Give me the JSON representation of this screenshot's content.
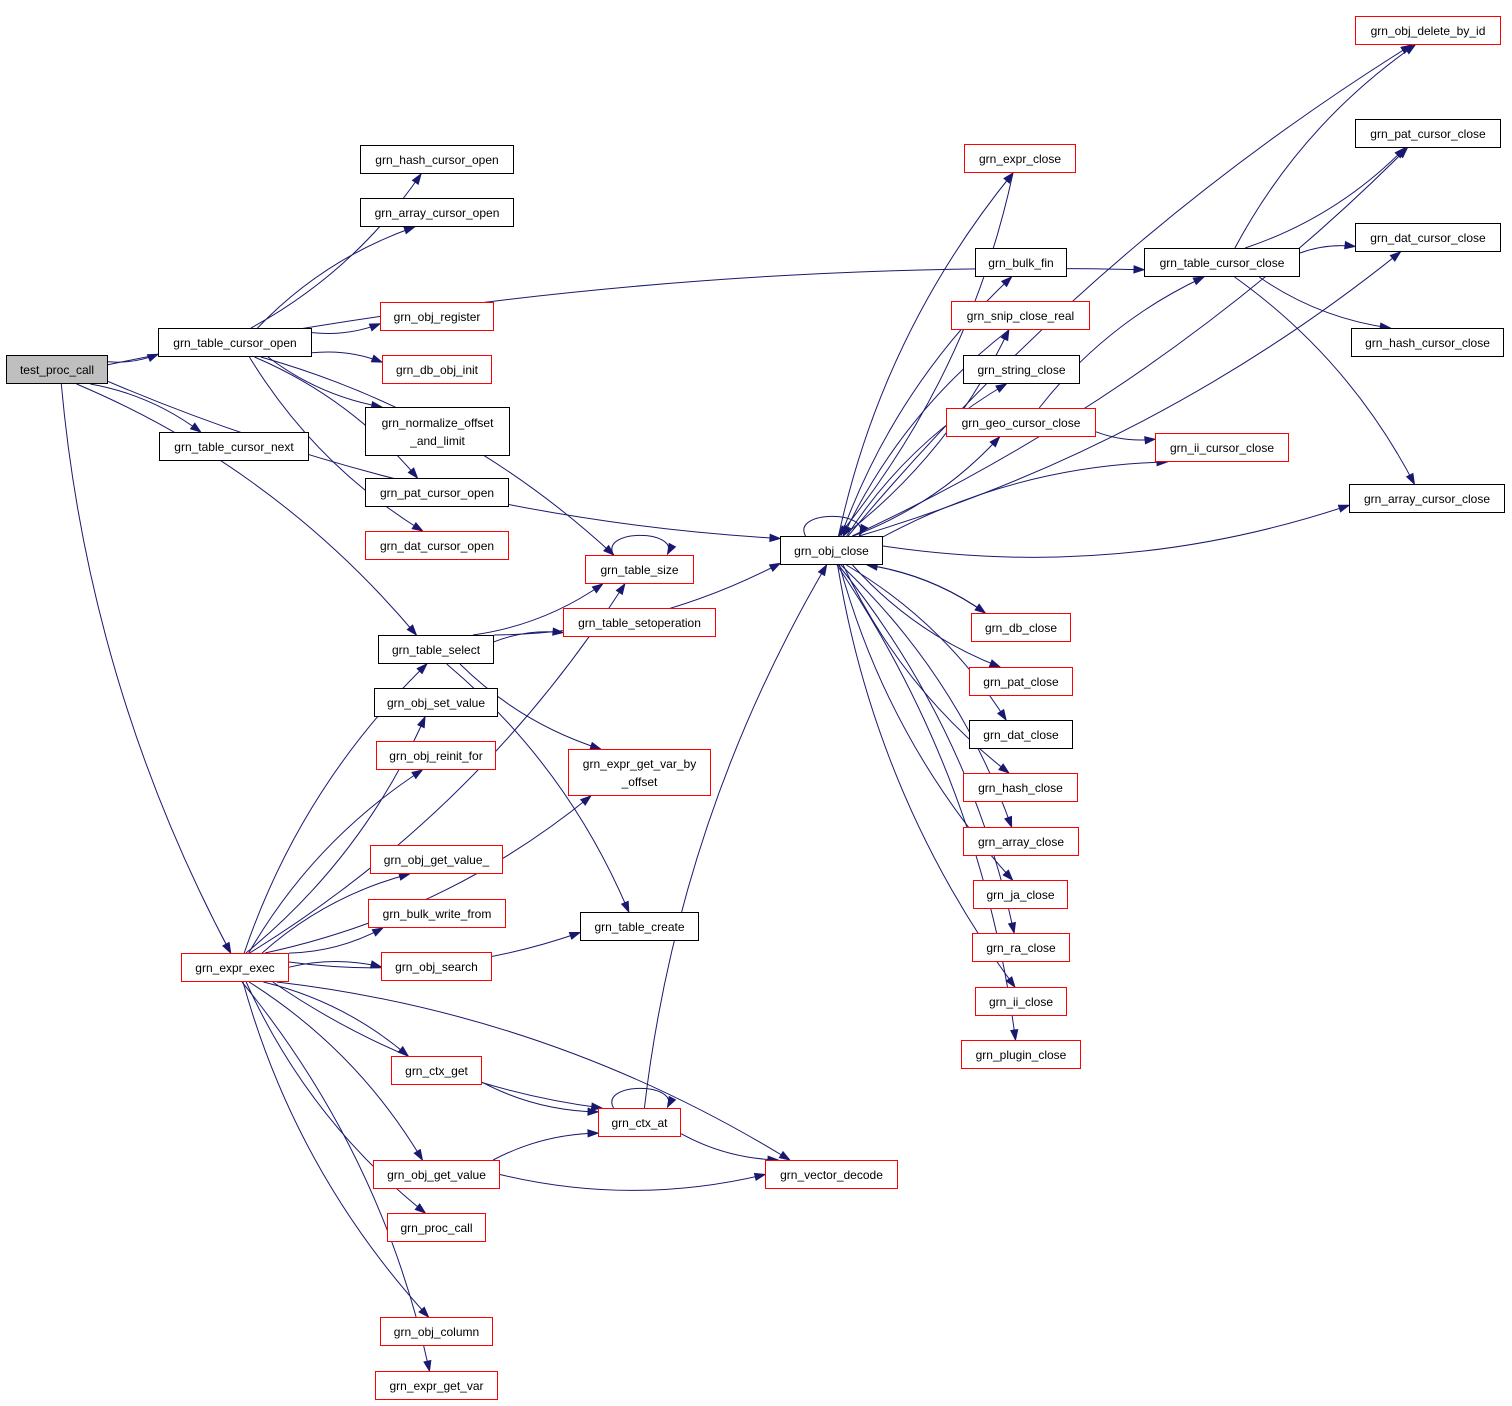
{
  "graph": {
    "nodes": {
      "test_proc_call": {
        "label": "test_proc_call",
        "kind": "root"
      },
      "grn_table_cursor_open": {
        "label": "grn_table_cursor_open",
        "kind": "normal"
      },
      "grn_table_cursor_next": {
        "label": "grn_table_cursor_next",
        "kind": "normal"
      },
      "grn_expr_exec": {
        "label": "grn_expr_exec",
        "kind": "red"
      },
      "grn_hash_cursor_open": {
        "label": "grn_hash_cursor_open",
        "kind": "normal"
      },
      "grn_array_cursor_open": {
        "label": "grn_array_cursor_open",
        "kind": "normal"
      },
      "grn_obj_register": {
        "label": "grn_obj_register",
        "kind": "red"
      },
      "grn_db_obj_init": {
        "label": "grn_db_obj_init",
        "kind": "red"
      },
      "grn_normalize_offset_and_limit": {
        "label": "grn_normalize_offset\n_and_limit",
        "kind": "normal"
      },
      "grn_pat_cursor_open": {
        "label": "grn_pat_cursor_open",
        "kind": "normal"
      },
      "grn_dat_cursor_open": {
        "label": "grn_dat_cursor_open",
        "kind": "red"
      },
      "grn_table_select": {
        "label": "grn_table_select",
        "kind": "normal"
      },
      "grn_obj_set_value": {
        "label": "grn_obj_set_value",
        "kind": "normal"
      },
      "grn_obj_reinit_for": {
        "label": "grn_obj_reinit_for",
        "kind": "red"
      },
      "grn_obj_get_value_": {
        "label": "grn_obj_get_value_",
        "kind": "red"
      },
      "grn_bulk_write_from": {
        "label": "grn_bulk_write_from",
        "kind": "red"
      },
      "grn_obj_search": {
        "label": "grn_obj_search",
        "kind": "red"
      },
      "grn_ctx_get": {
        "label": "grn_ctx_get",
        "kind": "red"
      },
      "grn_obj_get_value": {
        "label": "grn_obj_get_value",
        "kind": "red"
      },
      "grn_proc_call": {
        "label": "grn_proc_call",
        "kind": "red"
      },
      "grn_obj_column": {
        "label": "grn_obj_column",
        "kind": "red"
      },
      "grn_expr_get_var": {
        "label": "grn_expr_get_var",
        "kind": "red"
      },
      "grn_table_size": {
        "label": "grn_table_size",
        "kind": "red"
      },
      "grn_table_setoperation": {
        "label": "grn_table_setoperation",
        "kind": "red"
      },
      "grn_expr_get_var_by_offset": {
        "label": "grn_expr_get_var_by\n_offset",
        "kind": "red"
      },
      "grn_table_create": {
        "label": "grn_table_create",
        "kind": "normal"
      },
      "grn_ctx_at": {
        "label": "grn_ctx_at",
        "kind": "red"
      },
      "grn_vector_decode": {
        "label": "grn_vector_decode",
        "kind": "red"
      },
      "grn_obj_close": {
        "label": "grn_obj_close",
        "kind": "normal"
      },
      "grn_expr_close": {
        "label": "grn_expr_close",
        "kind": "red"
      },
      "grn_bulk_fin": {
        "label": "grn_bulk_fin",
        "kind": "normal"
      },
      "grn_snip_close_real": {
        "label": "grn_snip_close_real",
        "kind": "red"
      },
      "grn_string_close": {
        "label": "grn_string_close",
        "kind": "normal"
      },
      "grn_geo_cursor_close": {
        "label": "grn_geo_cursor_close",
        "kind": "red"
      },
      "grn_db_close": {
        "label": "grn_db_close",
        "kind": "red"
      },
      "grn_pat_close": {
        "label": "grn_pat_close",
        "kind": "red"
      },
      "grn_dat_close": {
        "label": "grn_dat_close",
        "kind": "normal"
      },
      "grn_hash_close": {
        "label": "grn_hash_close",
        "kind": "red"
      },
      "grn_array_close": {
        "label": "grn_array_close",
        "kind": "red"
      },
      "grn_ja_close": {
        "label": "grn_ja_close",
        "kind": "red"
      },
      "grn_ra_close": {
        "label": "grn_ra_close",
        "kind": "red"
      },
      "grn_ii_close": {
        "label": "grn_ii_close",
        "kind": "red"
      },
      "grn_plugin_close": {
        "label": "grn_plugin_close",
        "kind": "red"
      },
      "grn_table_cursor_close": {
        "label": "grn_table_cursor_close",
        "kind": "normal"
      },
      "grn_ii_cursor_close": {
        "label": "grn_ii_cursor_close",
        "kind": "red"
      },
      "grn_obj_delete_by_id": {
        "label": "grn_obj_delete_by_id",
        "kind": "red"
      },
      "grn_pat_cursor_close": {
        "label": "grn_pat_cursor_close",
        "kind": "normal"
      },
      "grn_dat_cursor_close": {
        "label": "grn_dat_cursor_close",
        "kind": "normal"
      },
      "grn_hash_cursor_close": {
        "label": "grn_hash_cursor_close",
        "kind": "normal"
      },
      "grn_array_cursor_close": {
        "label": "grn_array_cursor_close",
        "kind": "normal"
      }
    },
    "edges": [
      [
        "test_proc_call",
        "grn_table_cursor_open"
      ],
      [
        "test_proc_call",
        "grn_table_cursor_next"
      ],
      [
        "test_proc_call",
        "grn_expr_exec"
      ],
      [
        "test_proc_call",
        "grn_table_select"
      ],
      [
        "test_proc_call",
        "grn_obj_close"
      ],
      [
        "test_proc_call",
        "grn_table_cursor_close"
      ],
      [
        "grn_table_cursor_open",
        "grn_hash_cursor_open"
      ],
      [
        "grn_table_cursor_open",
        "grn_array_cursor_open"
      ],
      [
        "grn_table_cursor_open",
        "grn_obj_register"
      ],
      [
        "grn_table_cursor_open",
        "grn_db_obj_init"
      ],
      [
        "grn_table_cursor_open",
        "grn_normalize_offset_and_limit"
      ],
      [
        "grn_table_cursor_open",
        "grn_pat_cursor_open"
      ],
      [
        "grn_table_cursor_open",
        "grn_dat_cursor_open"
      ],
      [
        "grn_table_cursor_open",
        "grn_table_size"
      ],
      [
        "grn_table_select",
        "grn_table_size"
      ],
      [
        "grn_table_select",
        "grn_table_setoperation"
      ],
      [
        "grn_table_select",
        "grn_expr_get_var_by_offset"
      ],
      [
        "grn_table_select",
        "grn_table_create"
      ],
      [
        "grn_table_select",
        "grn_obj_close"
      ],
      [
        "grn_table_size",
        "grn_table_size"
      ],
      [
        "grn_expr_exec",
        "grn_table_size"
      ],
      [
        "grn_expr_exec",
        "grn_table_select"
      ],
      [
        "grn_expr_exec",
        "grn_obj_set_value"
      ],
      [
        "grn_expr_exec",
        "grn_obj_reinit_for"
      ],
      [
        "grn_expr_exec",
        "grn_expr_get_var_by_offset"
      ],
      [
        "grn_expr_exec",
        "grn_obj_get_value_"
      ],
      [
        "grn_expr_exec",
        "grn_bulk_write_from"
      ],
      [
        "grn_expr_exec",
        "grn_obj_search"
      ],
      [
        "grn_expr_exec",
        "grn_table_create"
      ],
      [
        "grn_expr_exec",
        "grn_ctx_get"
      ],
      [
        "grn_expr_exec",
        "grn_ctx_at"
      ],
      [
        "grn_expr_exec",
        "grn_obj_get_value"
      ],
      [
        "grn_expr_exec",
        "grn_proc_call"
      ],
      [
        "grn_expr_exec",
        "grn_vector_decode"
      ],
      [
        "grn_expr_exec",
        "grn_obj_column"
      ],
      [
        "grn_expr_exec",
        "grn_expr_get_var"
      ],
      [
        "grn_ctx_get",
        "grn_ctx_at"
      ],
      [
        "grn_obj_get_value",
        "grn_ctx_at"
      ],
      [
        "grn_obj_get_value",
        "grn_vector_decode"
      ],
      [
        "grn_ctx_at",
        "grn_ctx_at"
      ],
      [
        "grn_ctx_at",
        "grn_vector_decode"
      ],
      [
        "grn_ctx_at",
        "grn_obj_close"
      ],
      [
        "grn_obj_close",
        "grn_obj_close"
      ],
      [
        "grn_obj_close",
        "grn_obj_delete_by_id"
      ],
      [
        "grn_obj_close",
        "grn_pat_cursor_close"
      ],
      [
        "grn_obj_close",
        "grn_expr_close"
      ],
      [
        "grn_obj_close",
        "grn_dat_cursor_close"
      ],
      [
        "grn_obj_close",
        "grn_bulk_fin"
      ],
      [
        "grn_obj_close",
        "grn_snip_close_real"
      ],
      [
        "grn_obj_close",
        "grn_string_close"
      ],
      [
        "grn_obj_close",
        "grn_geo_cursor_close"
      ],
      [
        "grn_obj_close",
        "grn_ii_cursor_close"
      ],
      [
        "grn_obj_close",
        "grn_array_cursor_close"
      ],
      [
        "grn_obj_close",
        "grn_db_close"
      ],
      [
        "grn_obj_close",
        "grn_pat_close"
      ],
      [
        "grn_obj_close",
        "grn_dat_close"
      ],
      [
        "grn_obj_close",
        "grn_hash_close"
      ],
      [
        "grn_obj_close",
        "grn_array_close"
      ],
      [
        "grn_obj_close",
        "grn_ja_close"
      ],
      [
        "grn_obj_close",
        "grn_ra_close"
      ],
      [
        "grn_obj_close",
        "grn_ii_close"
      ],
      [
        "grn_obj_close",
        "grn_plugin_close"
      ],
      [
        "grn_db_close",
        "grn_obj_close"
      ],
      [
        "grn_expr_close",
        "grn_obj_close"
      ],
      [
        "grn_snip_close_real",
        "grn_obj_close"
      ],
      [
        "grn_geo_cursor_close",
        "grn_table_cursor_close"
      ],
      [
        "grn_geo_cursor_close",
        "grn_ii_cursor_close"
      ],
      [
        "grn_table_cursor_close",
        "grn_obj_delete_by_id"
      ],
      [
        "grn_table_cursor_close",
        "grn_pat_cursor_close"
      ],
      [
        "grn_table_cursor_close",
        "grn_dat_cursor_close"
      ],
      [
        "grn_table_cursor_close",
        "grn_hash_cursor_close"
      ],
      [
        "grn_table_cursor_close",
        "grn_array_cursor_close"
      ]
    ]
  }
}
